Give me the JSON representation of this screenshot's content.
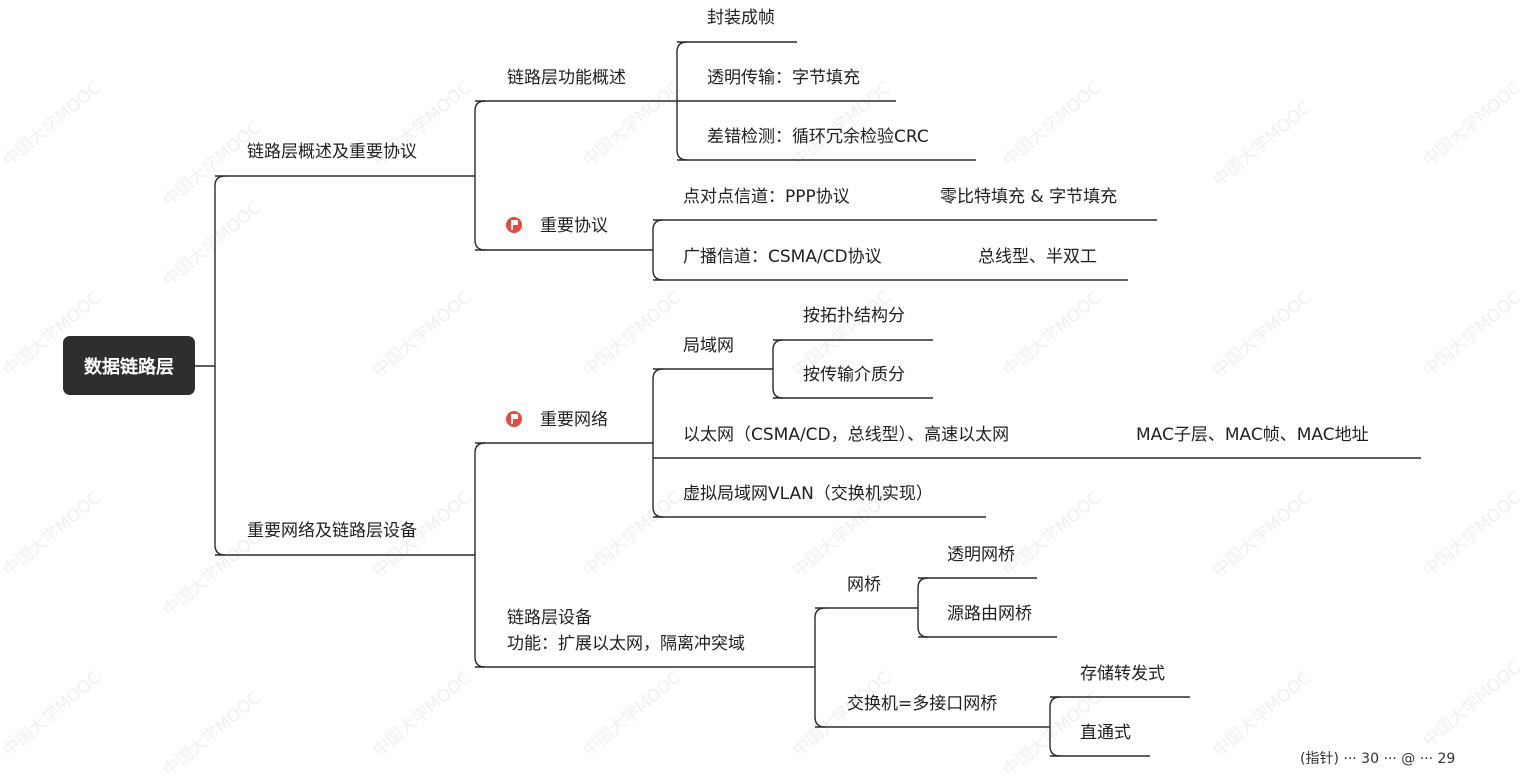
{
  "mindmap": {
    "root": "数据链路层",
    "branch_overview": {
      "label": "链路层概述及重要协议",
      "functions": {
        "label": "链路层功能概述",
        "items": [
          "封装成帧",
          "透明传输：字节填充",
          "差错检测：循环冗余检验CRC"
        ]
      },
      "protocols": {
        "label": "重要协议",
        "ppp": "点对点信道：PPP协议",
        "ppp_detail": "零比特填充 & 字节填充",
        "csma": "广播信道：CSMA/CD协议",
        "csma_detail": "总线型、半双工"
      }
    },
    "branch_networks": {
      "label": "重要网络及链路层设备",
      "networks": {
        "label": "重要网络",
        "lan": "局域网",
        "lan_topology": "按拓扑结构分",
        "lan_medium": "按传输介质分",
        "ethernet": "以太网（CSMA/CD，总线型）、高速以太网",
        "ethernet_detail": "MAC子层、MAC帧、MAC地址",
        "vlan": "虚拟局域网VLAN（交换机实现）"
      },
      "devices": {
        "label_line1": "链路层设备",
        "label_line2": "功能：扩展以太网，隔离冲突域",
        "bridge": "网桥",
        "bridge_transparent": "透明网桥",
        "bridge_source_route": "源路由网桥",
        "switch": "交换机=多接口网桥",
        "switch_store_forward": "存储转发式",
        "switch_cut_through": "直通式"
      }
    }
  },
  "watermark": "中国大学MOOC",
  "cut_text": "(指针) ··· 30 ··· @ ··· 29",
  "colors": {
    "root_bg": "#2e2e2e",
    "flag": "#e8483e",
    "line": "#2b2b2b"
  },
  "icons": [
    "flag-icon"
  ]
}
